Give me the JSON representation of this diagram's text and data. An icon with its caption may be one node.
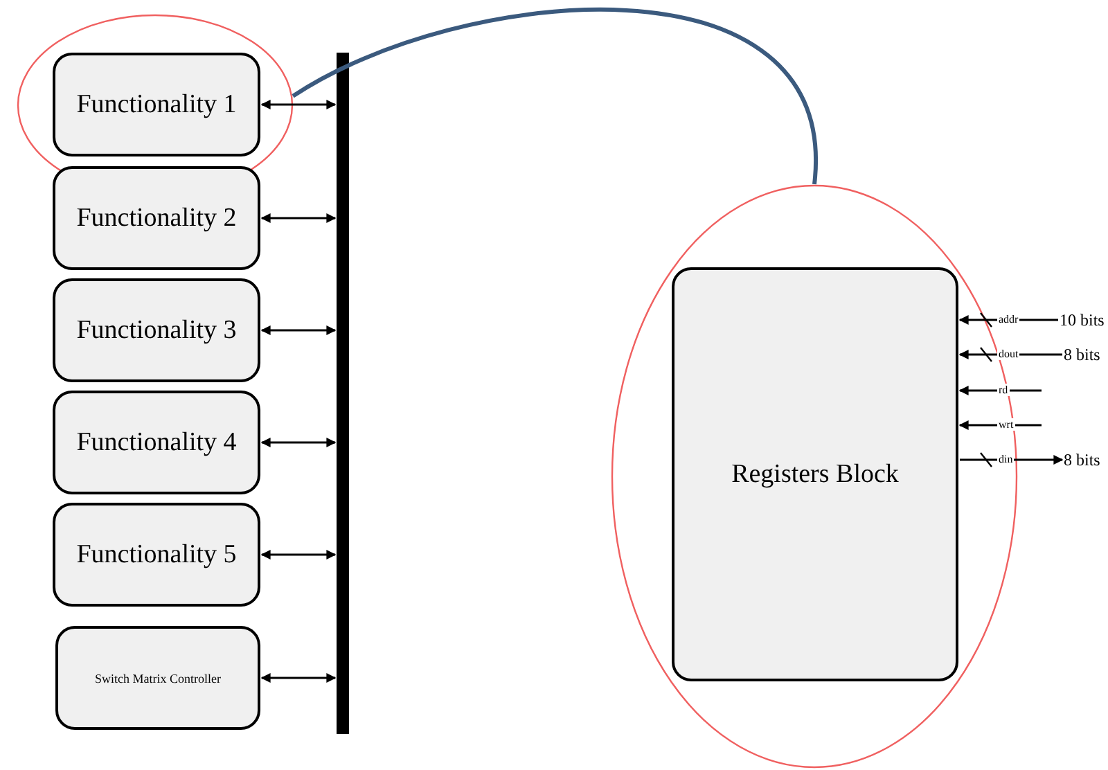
{
  "diagram": {
    "nodes": [
      {
        "text": [],
        "shape": "circle"
      },
      {
        "text": [
          "Functionality 1"
        ],
        "in": 0
      },
      {
        "text": [
          "Functionality 2"
        ]
      },
      {
        "text": [
          "Functionality 3"
        ]
      },
      {
        "text": [
          "Functionality 4"
        ]
      },
      {
        "text": [
          "Functionality 5"
        ]
      },
      {
        "text": [
          "Switch Matrix Controller"
        ]
      },
      {
        "text": [],
        "shape": "bar"
      },
      {
        "text": [],
        "shape": "circle"
      },
      {
        "text": [
          "Registers Block"
        ],
        "in": 8
      },
      {
        "text": [
          "10 bits"
        ]
      },
      {
        "text": [
          "8 bits"
        ]
      },
      {
        "text": [
          "8 bits"
        ]
      }
    ],
    "edges": [
      {
        "from": 1,
        "to": 7,
        "arrow": "both"
      },
      {
        "from": 2,
        "to": 7,
        "arrow": "both"
      },
      {
        "from": 3,
        "to": 7,
        "arrow": "both"
      },
      {
        "from": 4,
        "to": 7,
        "arrow": "both"
      },
      {
        "from": 5,
        "to": 7,
        "arrow": "both"
      },
      {
        "from": 6,
        "to": 7,
        "arrow": "both"
      },
      {
        "from": 0,
        "to": 8,
        "arrow": "none",
        "style": "thick",
        "color": "#3b5a7e"
      },
      {
        "from": 10,
        "to": 9,
        "arrow": "to",
        "label": "addr"
      },
      {
        "from": 11,
        "to": 9,
        "arrow": "to",
        "label": "dout"
      },
      {
        "from": null,
        "to": 9,
        "arrow": "to",
        "label": "rd"
      },
      {
        "from": null,
        "to": 9,
        "arrow": "to",
        "label": "wrt"
      },
      {
        "from": 9,
        "to": 12,
        "arrow": "to",
        "label": "din"
      }
    ]
  }
}
